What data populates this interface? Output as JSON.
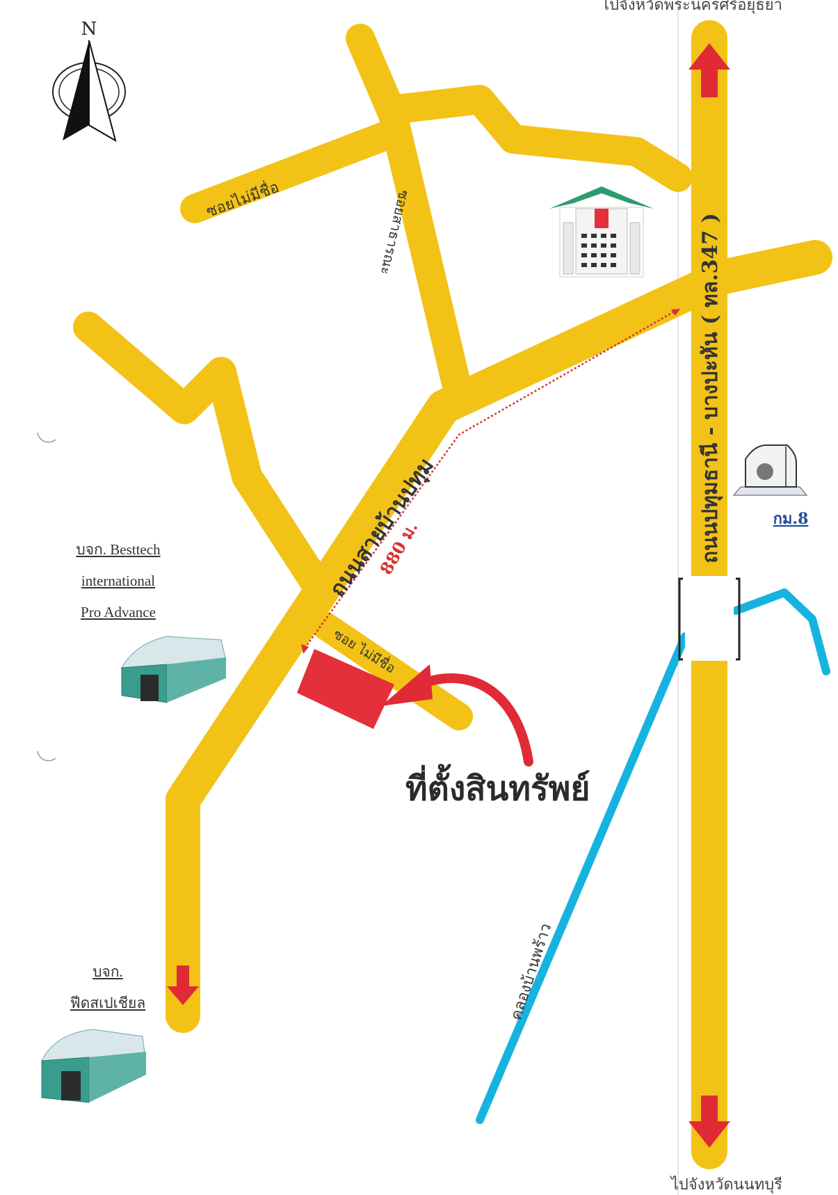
{
  "top_note": "ไปจังหวัดพระนครศรีอยุธยา",
  "bottom_note": "ไปจังหวัดนนทบุรี",
  "compass_label": "N",
  "roads": {
    "main_highway": "ถนนปทุมธานี - บางปะหัน ( ทล.347 )",
    "ban_pathum_road": "ถนนสายบ้านปทุม",
    "unnamed_soi_top": "ซอยไม่มีชื่อ",
    "unnamed_soi_property": "ซอย ไม่มีชื่อ",
    "vertical_soi": "ซอยสาธารณะ"
  },
  "distance_label": "880 ม.",
  "property_label": "ที่ตั้งสินทรัพย์",
  "canal_label": "คลองบ้านพร้าว",
  "km_marker_label": "กม.8",
  "companies": [
    {
      "lines": [
        "บจก. Besttech",
        "international",
        "Pro Advance"
      ]
    },
    {
      "lines": [
        "บจก.",
        "ฟีดสเปเชียล"
      ]
    }
  ],
  "colors": {
    "road": "#F2C216",
    "arrow": "#E02B36",
    "property": "#E3303B",
    "canal": "#17B3E0",
    "route": "#D63333",
    "building_wall": "#3A9C8E",
    "text": "#333333"
  }
}
